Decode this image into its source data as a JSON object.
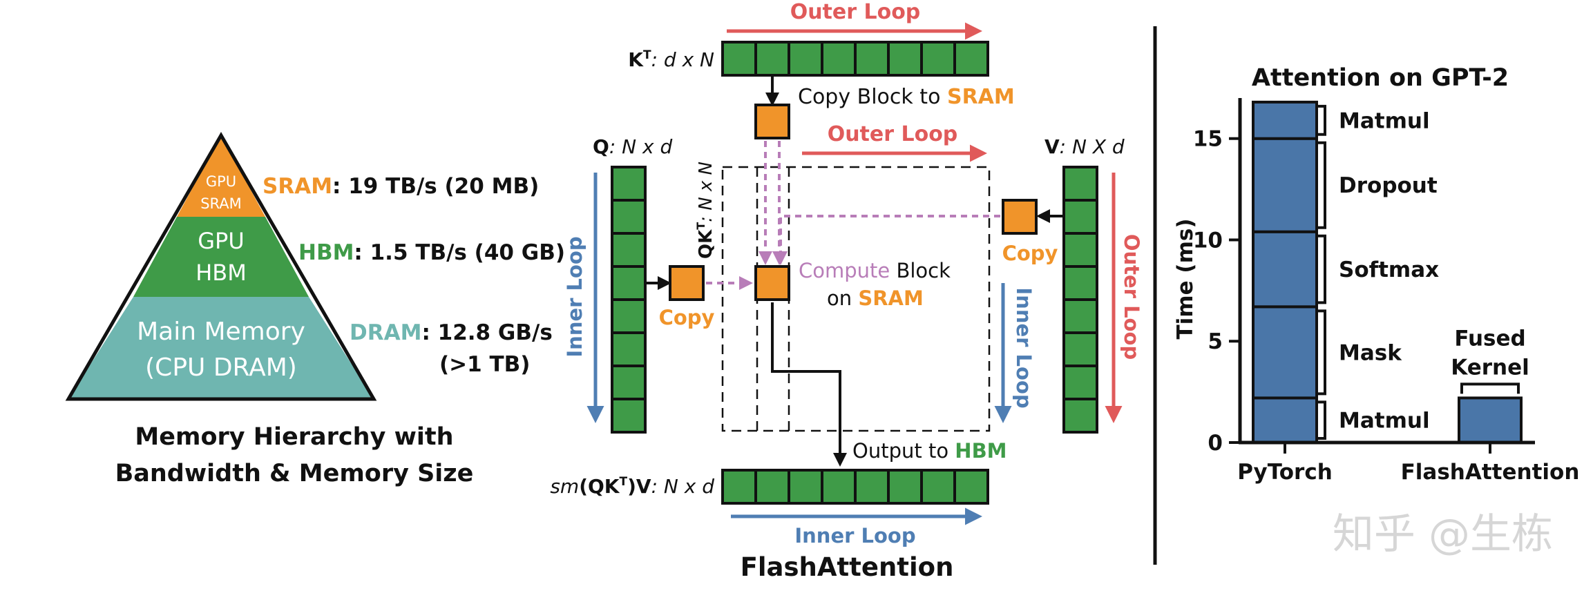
{
  "pyramid": {
    "tiers": [
      {
        "label": [
          "GPU",
          "SRAM"
        ],
        "color": "#f0942a"
      },
      {
        "label": [
          "GPU",
          "HBM"
        ],
        "color": "#3f9b48"
      },
      {
        "label": [
          "Main Memory",
          "(CPU DRAM)"
        ],
        "color": "#6fb6b0"
      }
    ],
    "rows": [
      {
        "name": "SRAM",
        "value": ": 19 TB/s (20 MB)",
        "color": "#f0942a"
      },
      {
        "name": "HBM",
        "value": ": 1.5 TB/s (40 GB)",
        "color": "#3f9b48"
      },
      {
        "name": "DRAM",
        "value": ": 12.8 GB/s",
        "value2": "(>1 TB)",
        "color": "#6fb6b0"
      }
    ],
    "caption": [
      "Memory Hierarchy with",
      "Bandwidth & Memory Size"
    ]
  },
  "flash": {
    "k_label": {
      "main": "K",
      "sup": "T",
      "suffix": ": d x N"
    },
    "q_label": {
      "main": "Q",
      "suffix": ": N x d"
    },
    "v_label": {
      "main": "V",
      "suffix": ": N X d"
    },
    "qk_label": {
      "main": "QK",
      "sup": "T",
      "suffix": ": N x N"
    },
    "out_label": {
      "prefix": "sm",
      "main": "(QK",
      "sup": "T",
      "close": ")V",
      "suffix": ": N x d"
    },
    "outer_loop": "Outer Loop",
    "inner_loop": "Inner Loop",
    "copy_block_text": "Copy Block to ",
    "sram": "SRAM",
    "compute": "Compute",
    "block": " Block",
    "on": "on ",
    "copy": "Copy",
    "output_text": "Output to ",
    "hbm": "HBM",
    "title": "FlashAttention",
    "colors": {
      "green": "#3f9b48",
      "orange": "#f0942a",
      "red": "#e05a5a",
      "blue": "#4f7eb3",
      "purple": "#b87db8"
    }
  },
  "chart_data": {
    "type": "bar",
    "title": "Attention on GPT-2",
    "ylabel": "Time (ms)",
    "categories": [
      "PyTorch",
      "FlashAttention"
    ],
    "ylim": [
      0,
      17
    ],
    "yticks": [
      0,
      5,
      10,
      15
    ],
    "stack_order": [
      "Matmul",
      "Mask",
      "Softmax",
      "Dropout",
      "Matmul"
    ],
    "pytorch_segments": [
      {
        "label": "Matmul",
        "value": 2.2
      },
      {
        "label": "Mask",
        "value": 4.5
      },
      {
        "label": "Softmax",
        "value": 3.7
      },
      {
        "label": "Dropout",
        "value": 4.6
      },
      {
        "label": "Matmul",
        "value": 1.8
      }
    ],
    "flash_segments": [
      {
        "label": "Fused Kernel",
        "value": 2.2
      }
    ],
    "flash_annotation": [
      "Fused",
      "Kernel"
    ],
    "bar_color": "#4a76a8"
  },
  "watermark": "知乎 @生栋"
}
